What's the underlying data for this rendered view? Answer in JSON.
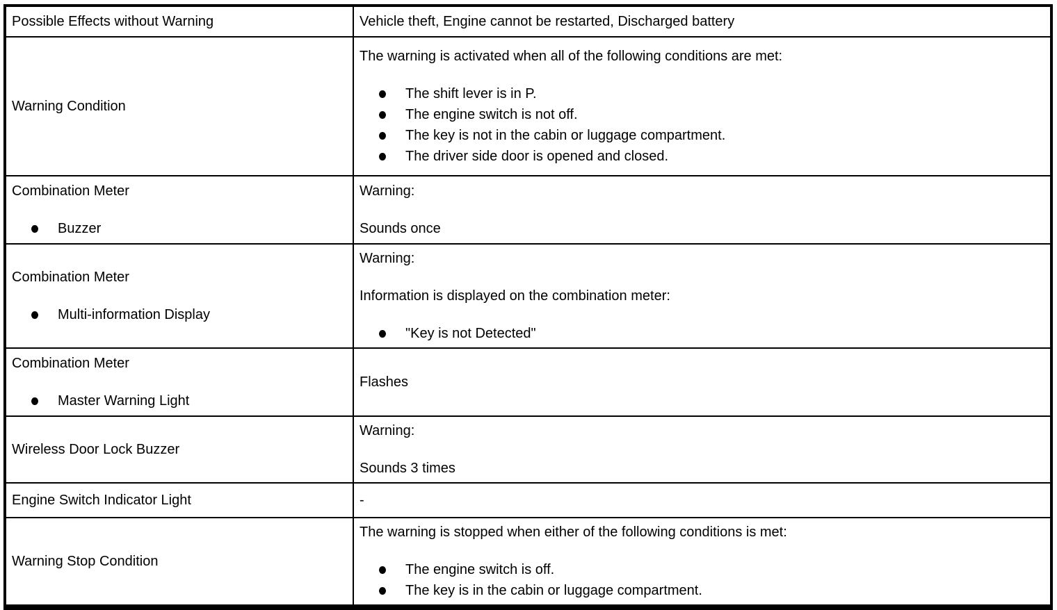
{
  "page": {
    "background_color": "#ffffff",
    "text_color": "#000000",
    "border_color": "#000000"
  },
  "table": {
    "description": "Smart key warning function table",
    "rows": [
      {
        "left": {
          "lines": [
            {
              "type": "text",
              "text": "Possible Effects without Warning"
            }
          ]
        },
        "right": {
          "lines": [
            {
              "type": "text",
              "text": "Vehicle theft, Engine cannot be restarted, Discharged battery"
            }
          ]
        }
      },
      {
        "left": {
          "lines": [
            {
              "type": "text",
              "text": "Warning Condition"
            }
          ]
        },
        "right": {
          "lines": [
            {
              "type": "text",
              "text": "The warning is activated when all of the following conditions are met:"
            },
            {
              "type": "gap"
            },
            {
              "type": "bullet",
              "text": "The shift lever is in P."
            },
            {
              "type": "bullet",
              "text": "The engine switch is not off."
            },
            {
              "type": "bullet",
              "text": "The key is not in the cabin or luggage compartment."
            },
            {
              "type": "bullet",
              "text": "The driver side door is opened and closed."
            }
          ]
        }
      },
      {
        "left": {
          "lines": [
            {
              "type": "text",
              "text": "Combination Meter"
            },
            {
              "type": "gap"
            },
            {
              "type": "bullet",
              "text": "Buzzer"
            }
          ]
        },
        "right": {
          "lines": [
            {
              "type": "text",
              "text": "Warning:"
            },
            {
              "type": "gap"
            },
            {
              "type": "text",
              "text": "Sounds once"
            }
          ]
        }
      },
      {
        "left": {
          "lines": [
            {
              "type": "text",
              "text": "Combination Meter"
            },
            {
              "type": "gap"
            },
            {
              "type": "bullet",
              "text": "Multi-information Display"
            }
          ]
        },
        "right": {
          "lines": [
            {
              "type": "text",
              "text": "Warning:"
            },
            {
              "type": "gap"
            },
            {
              "type": "text",
              "text": "Information is displayed on the combination meter:"
            },
            {
              "type": "gap"
            },
            {
              "type": "bullet",
              "text": "\"Key is not Detected\""
            }
          ]
        }
      },
      {
        "left": {
          "lines": [
            {
              "type": "text",
              "text": "Combination Meter"
            },
            {
              "type": "gap"
            },
            {
              "type": "bullet",
              "text": "Master Warning Light"
            }
          ]
        },
        "right": {
          "lines": [
            {
              "type": "text",
              "text": "Flashes"
            }
          ]
        }
      },
      {
        "left": {
          "lines": [
            {
              "type": "text",
              "text": "Wireless Door Lock Buzzer"
            }
          ]
        },
        "right": {
          "lines": [
            {
              "type": "text",
              "text": "Warning:"
            },
            {
              "type": "gap"
            },
            {
              "type": "text",
              "text": "Sounds 3 times"
            }
          ]
        }
      },
      {
        "left": {
          "lines": [
            {
              "type": "text",
              "text": "Engine Switch Indicator Light"
            }
          ]
        },
        "right": {
          "lines": [
            {
              "type": "text",
              "text": "-"
            }
          ]
        }
      },
      {
        "left": {
          "lines": [
            {
              "type": "text",
              "text": "Warning Stop Condition"
            }
          ]
        },
        "right": {
          "lines": [
            {
              "type": "text",
              "text": "The warning is stopped when either of the following conditions is met:"
            },
            {
              "type": "gap"
            },
            {
              "type": "bullet",
              "text": "The engine switch is off."
            },
            {
              "type": "bullet",
              "text": "The key is in the cabin or luggage compartment."
            }
          ]
        }
      }
    ]
  }
}
